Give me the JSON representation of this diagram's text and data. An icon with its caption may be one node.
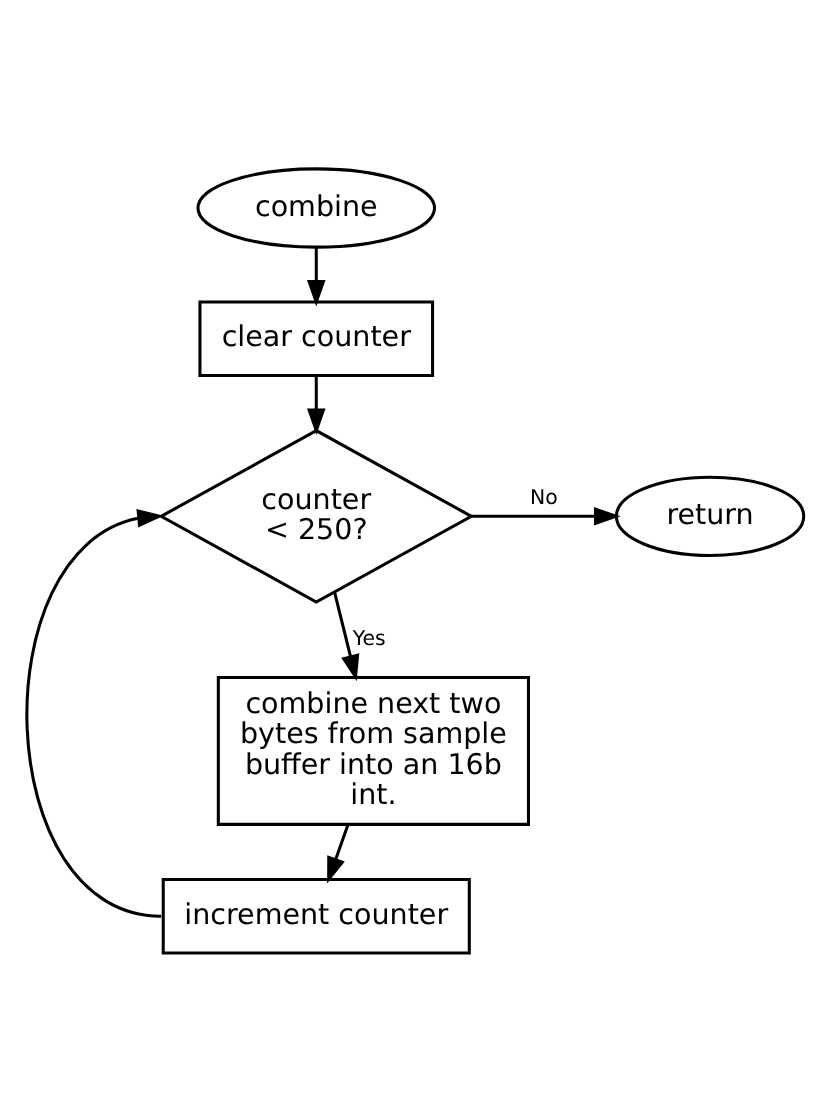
{
  "diagram": {
    "nodes": [
      {
        "text": [
          "combine"
        ]
      },
      {
        "text": [
          "clear counter"
        ]
      },
      {
        "text": [
          "counter < 250?"
        ]
      },
      {
        "text": [
          "return"
        ]
      },
      {
        "text": [
          "combine next two bytes from sample buffer into an 16b int."
        ]
      },
      {
        "text": [
          "increment counter"
        ]
      }
    ],
    "edges": [
      {
        "from": 0,
        "to": 1,
        "arrow": "to"
      },
      {
        "from": 1,
        "to": 2,
        "arrow": "to"
      },
      {
        "from": 2,
        "to": 3,
        "arrow": "to",
        "label": "No"
      },
      {
        "from": 2,
        "to": 4,
        "arrow": "to",
        "label": "Yes"
      },
      {
        "from": 4,
        "to": 5,
        "arrow": "to"
      },
      {
        "from": 5,
        "to": 2,
        "arrow": "to"
      }
    ]
  }
}
